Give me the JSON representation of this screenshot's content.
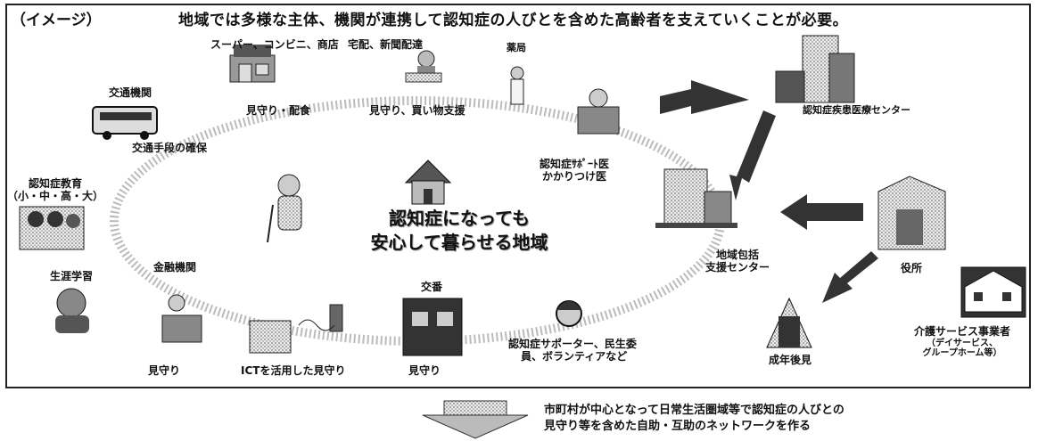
{
  "header": {
    "image_tag": "（イメージ）",
    "title": "地域では多様な主体、機関が連携して認知症の人びとを含めた高齢者を支えていくことが必要。"
  },
  "center": {
    "line1": "認知症になっても",
    "line2": "安心して暮らせる地域"
  },
  "nodes": {
    "supermarket": "スーパー、コンビニ、商店",
    "delivery": "宅配、新聞配達",
    "pharmacy": "薬局",
    "transport": "交通機関",
    "watch_meal": "見守り・配食",
    "watch_shopping": "見守り、買い物支援",
    "dementia_center": "認知症疾患医療センター",
    "transport_means": "交通手段の確保",
    "education_line1": "認知症教育",
    "education_line2": "（小・中・高・大）",
    "support_doctor_line1": "認知症ｻﾎﾟｰﾄ医",
    "support_doctor_line2": "かかりつけ医",
    "comprehensive_line1": "地域包括",
    "comprehensive_line2": "支援センター",
    "city_office": "役所",
    "lifelong_learning": "生涯学習",
    "financial": "金融機関",
    "police_box": "交番",
    "watch_left": "見守り",
    "ict_watch": "ICTを活用した見守り",
    "watch_police": "見守り",
    "supporters_line1": "認知症サポーター、民生委",
    "supporters_line2": "員、ボランティアなど",
    "guardianship": "成年後見",
    "care_provider": "介護サービス事業者",
    "care_provider_sub1": "（デイサービス、",
    "care_provider_sub2": "グループホーム等）"
  },
  "footer": {
    "line1": "市町村が中心となって日常生活圏域等で認知症の人びとの",
    "line2": "見守り等を含めた自助・互助のネットワークを作る"
  }
}
